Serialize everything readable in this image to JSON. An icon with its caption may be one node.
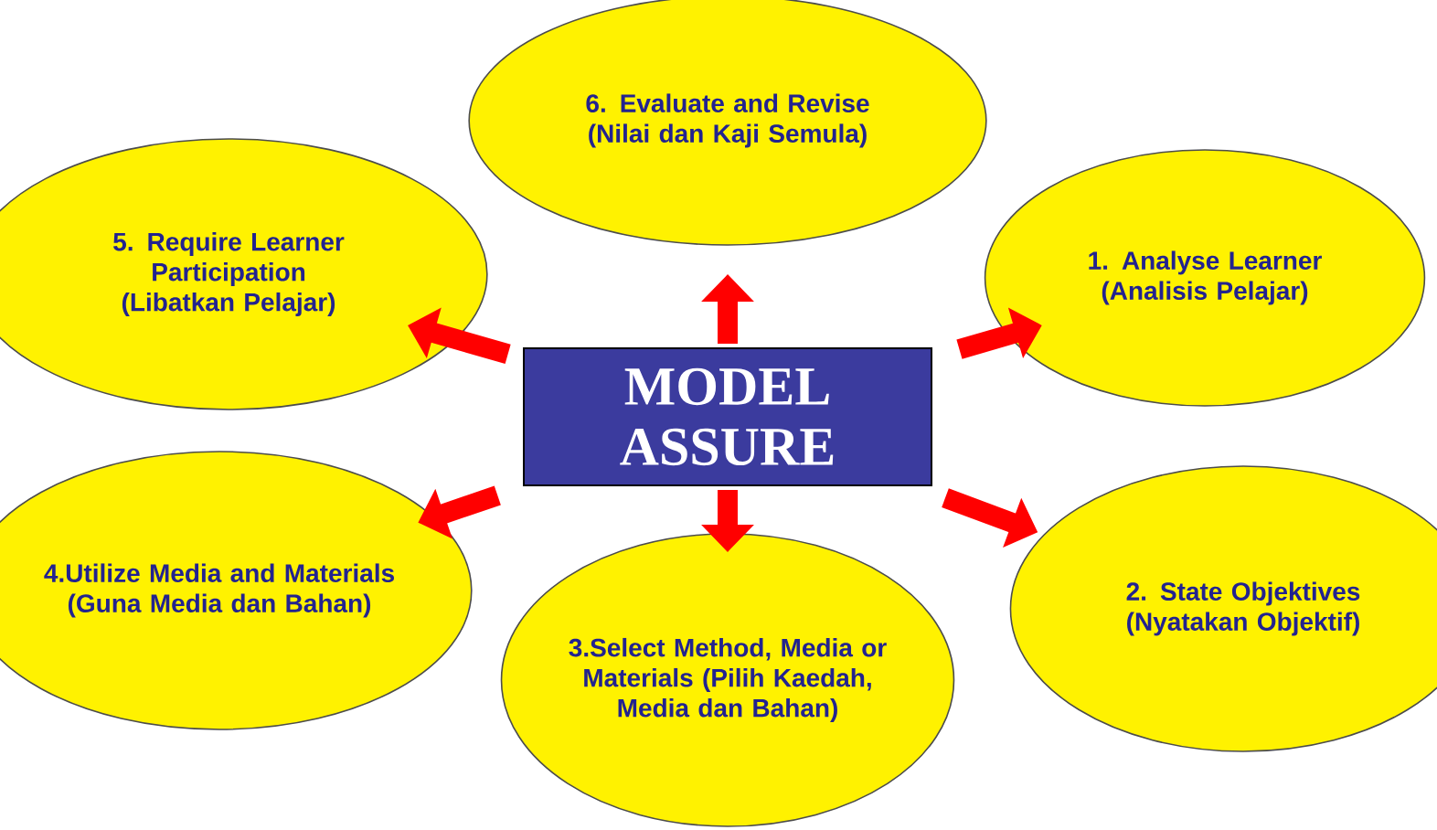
{
  "diagram": {
    "nodes": [
      {
        "text": [
          "MODEL ASSURE"
        ]
      },
      {
        "text": [
          "1. Analyse Learner (Analisis Pelajar)"
        ]
      },
      {
        "text": [
          "2. State Objektives (Nyatakan Objektif)"
        ]
      },
      {
        "text": [
          "3.Select Method, Media or Materials (Pilih Kaedah, Media dan Bahan)"
        ]
      },
      {
        "text": [
          "4.Utilize Media and Materials (Guna Media dan Bahan)"
        ]
      },
      {
        "text": [
          "5. Require Learner Participation (Libatkan Pelajar)"
        ]
      },
      {
        "text": [
          "6. Evaluate and Revise (Nilai dan Kaji Semula)"
        ]
      }
    ],
    "edges": [
      {
        "from": 0,
        "to": 1,
        "arrow": "to"
      },
      {
        "from": 0,
        "to": 2,
        "arrow": "to"
      },
      {
        "from": 0,
        "to": 3,
        "arrow": "to"
      },
      {
        "from": 0,
        "to": 4,
        "arrow": "to"
      },
      {
        "from": 0,
        "to": 5,
        "arrow": "to"
      },
      {
        "from": 0,
        "to": 6,
        "arrow": "to"
      }
    ]
  }
}
